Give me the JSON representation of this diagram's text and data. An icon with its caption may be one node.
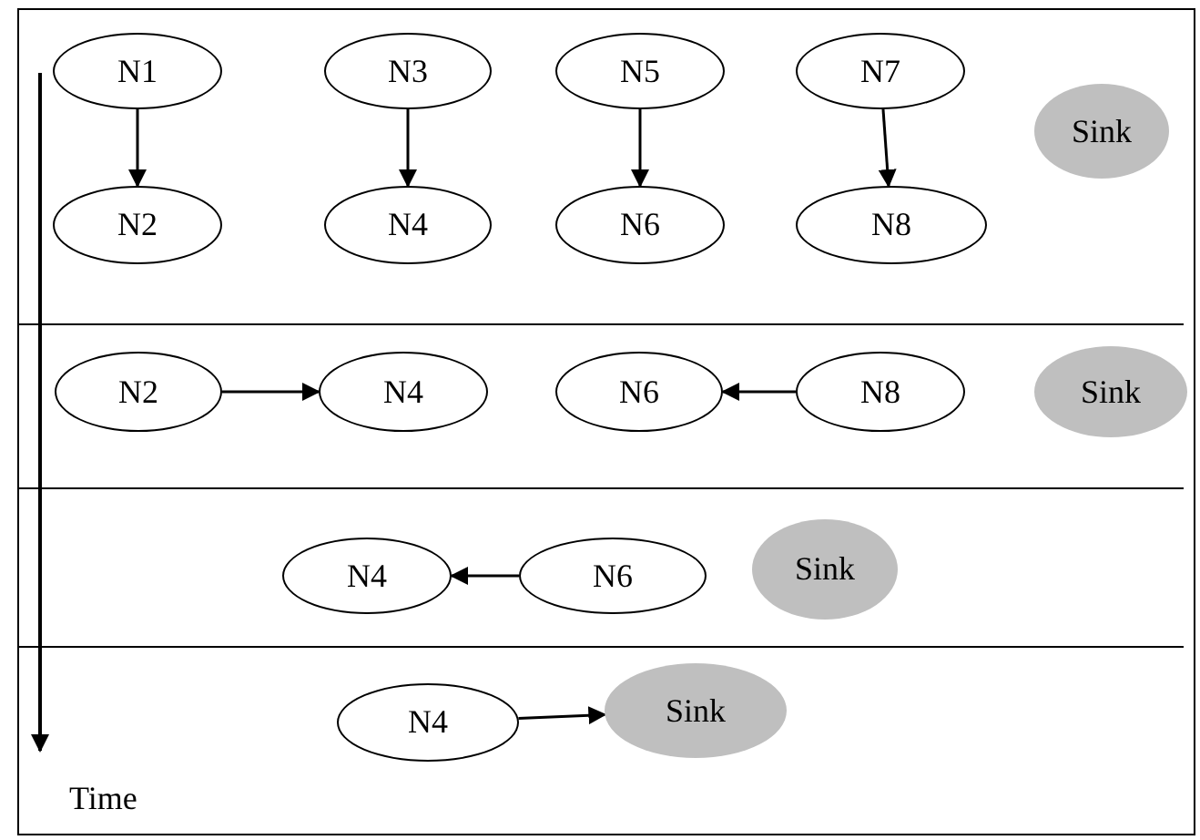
{
  "diagram": {
    "nodes": [
      {
        "text": [
          "N1"
        ]
      },
      {
        "text": [
          "N3"
        ]
      },
      {
        "text": [
          "N5"
        ]
      },
      {
        "text": [
          "N7"
        ]
      },
      {
        "text": [
          "Sink"
        ]
      },
      {
        "text": [
          "N2"
        ]
      },
      {
        "text": [
          "N4"
        ]
      },
      {
        "text": [
          "N6"
        ]
      },
      {
        "text": [
          "N8"
        ]
      },
      {
        "text": [
          "N2"
        ]
      },
      {
        "text": [
          "N4"
        ]
      },
      {
        "text": [
          "N6"
        ]
      },
      {
        "text": [
          "N8"
        ]
      },
      {
        "text": [
          "Sink"
        ]
      },
      {
        "text": [
          "N4"
        ]
      },
      {
        "text": [
          "N6"
        ]
      },
      {
        "text": [
          "Sink"
        ]
      },
      {
        "text": [
          "N4"
        ]
      },
      {
        "text": [
          "Sink"
        ]
      }
    ],
    "edges": [
      {
        "from": 0,
        "to": 5,
        "arrow": "to"
      },
      {
        "from": 1,
        "to": 6,
        "arrow": "to"
      },
      {
        "from": 2,
        "to": 7,
        "arrow": "to"
      },
      {
        "from": 3,
        "to": 8,
        "arrow": "to"
      },
      {
        "from": 9,
        "to": 10,
        "arrow": "to"
      },
      {
        "from": 12,
        "to": 11,
        "arrow": "to"
      },
      {
        "from": 15,
        "to": 14,
        "arrow": "to"
      },
      {
        "from": 17,
        "to": 18,
        "arrow": "to"
      }
    ],
    "labels": [
      "Time"
    ]
  }
}
